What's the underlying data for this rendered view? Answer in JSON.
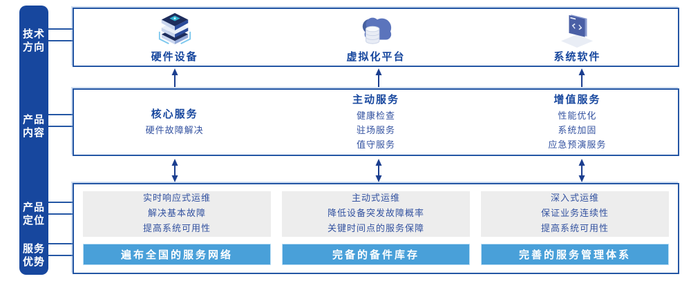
{
  "sidebar": {
    "items": [
      {
        "line1": "技术",
        "line2": "方向"
      },
      {
        "line1": "产品",
        "line2": "内容"
      },
      {
        "line1": "产品",
        "line2": "定位"
      },
      {
        "line1": "服务",
        "line2": "优势"
      }
    ]
  },
  "tech_row": {
    "items": [
      {
        "icon": "hardware-stack-icon",
        "label": "硬件设备"
      },
      {
        "icon": "cloud-database-icon",
        "label": "虚拟化平台"
      },
      {
        "icon": "software-window-icon",
        "label": "系统软件"
      }
    ]
  },
  "services_row": {
    "columns": [
      {
        "title": "核心服务",
        "items": [
          "硬件故障解决"
        ]
      },
      {
        "title": "主动服务",
        "items": [
          "健康检查",
          "驻场服务",
          "值守服务"
        ]
      },
      {
        "title": "增值服务",
        "items": [
          "性能优化",
          "系统加固",
          "应急预演服务"
        ]
      }
    ]
  },
  "positioning_row": {
    "columns": [
      {
        "lines": [
          "实时响应式运维",
          "解决基本故障",
          "提高系统可用性"
        ],
        "banner": "遍布全国的服务网络"
      },
      {
        "lines": [
          "主动式运维",
          "降低设备突发故障概率",
          "关键时间点的服务保障"
        ],
        "banner": "完备的备件库存"
      },
      {
        "lines": [
          "深入式运维",
          "保证业务连续性",
          "提高系统可用性"
        ],
        "banner": "完善的服务管理体系"
      }
    ]
  },
  "colors": {
    "sidebar_bg": "#17479E",
    "box_border": "#2456A4",
    "title_text": "#17479E",
    "body_text": "#3352A0",
    "panel_gray": "#EDEDED",
    "banner_blue": "#49A0D9",
    "arrow_blue": "#1B3E8F"
  }
}
